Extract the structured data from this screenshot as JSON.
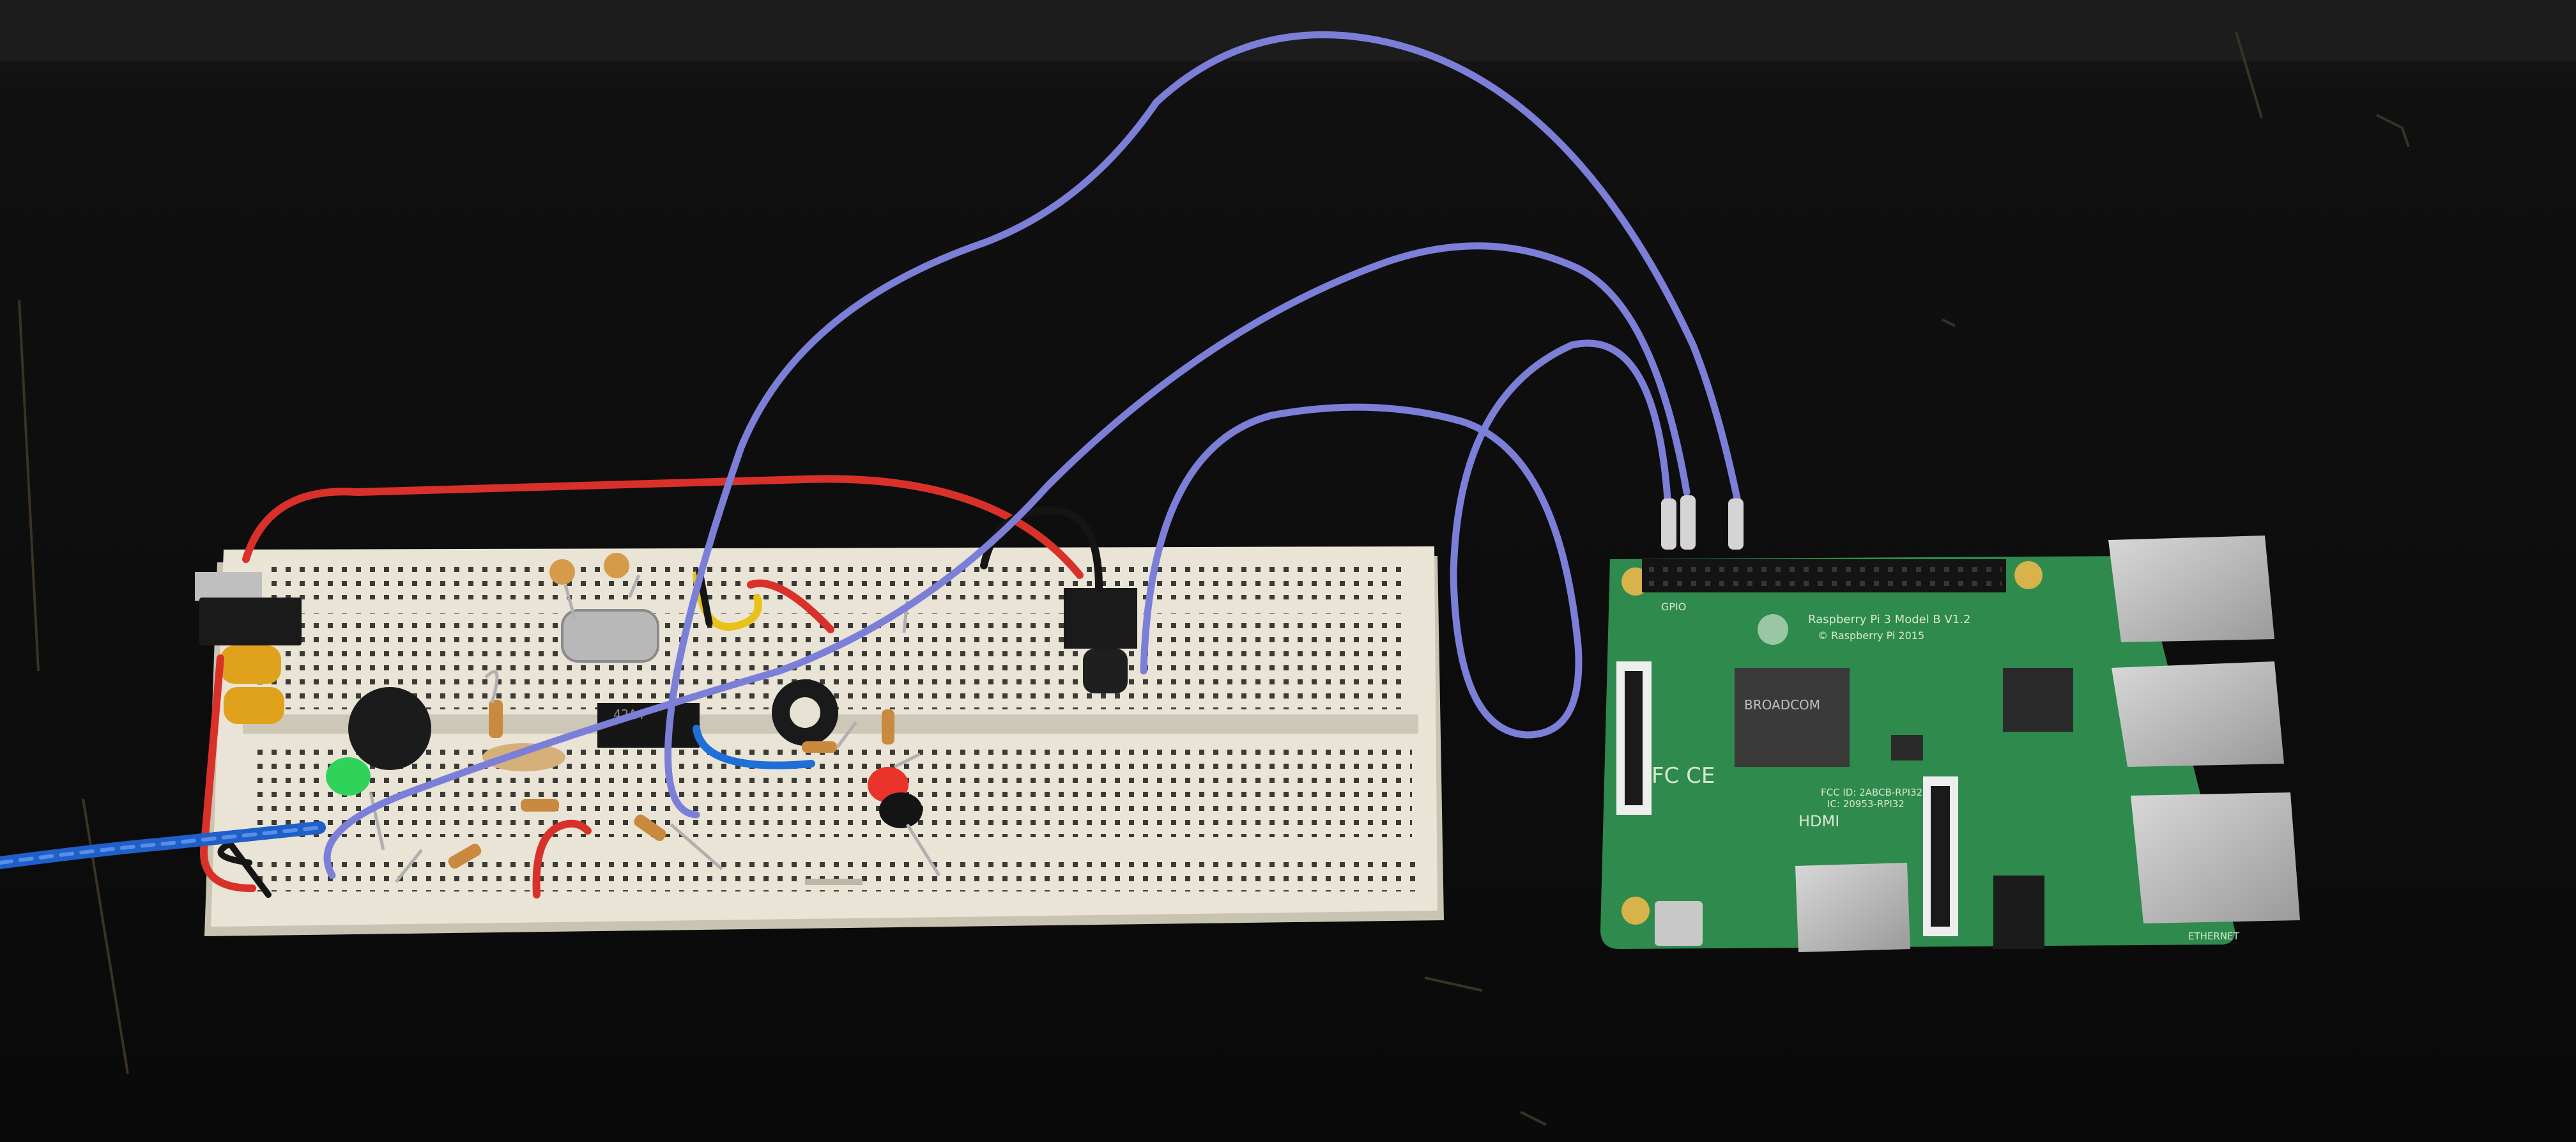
{
  "scene": {
    "background_color": "#0b0b0b",
    "table_top_color": "#121212",
    "table_edge_color": "#1f1f1f"
  },
  "breadboard": {
    "color": "#e9e4d6",
    "shadow_color": "#c9c3b2"
  },
  "raspberry_pi": {
    "board_color": "#2e8a4d",
    "model_label": "Raspberry Pi 3 Model B V1.2",
    "copyright_label": "© Raspberry Pi 2015",
    "gpio_label": "GPIO",
    "chip_brand": "BROADCOM",
    "fcc_id_label": "FCC ID: 2ABCB-RPI32",
    "ic_label": "IC: 20953-RPI32",
    "hdmi_label": "HDMI",
    "ethernet_label": "ETHERNET",
    "certification_marks": "FC CE"
  },
  "chips": {
    "dip_ic_label": "42A4"
  },
  "wire_colors": {
    "jumper": "#7b7fd8",
    "red": "#d9312a",
    "black": "#151515",
    "yellow": "#e8c21a",
    "blue_twisted": "#1f5fc8",
    "orange_resistor": "#c98a3f"
  },
  "led_colors": {
    "green": "#2fd35a",
    "red": "#e8342a"
  }
}
